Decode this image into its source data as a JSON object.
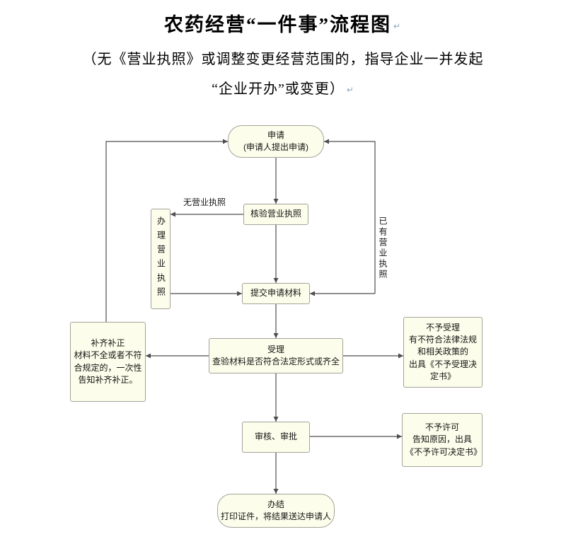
{
  "page": {
    "title": "农药经营“一件事”流程图",
    "subtitle_line1": "（无《营业执照》或调整变更经营范围的，指导企业一并发起",
    "subtitle_line2": "“企业开办”或变更）",
    "paragraph_mark": "↵"
  },
  "nodes": {
    "apply": {
      "title": "申请",
      "subtitle": "(申请人提出申请)"
    },
    "verify_license": {
      "label": "核验营业执照"
    },
    "handle_license": {
      "label": "办理营业执照"
    },
    "submit_materials": {
      "label": "提交申请材料"
    },
    "supplement": {
      "title": "补齐补正",
      "body": "材料不全或者不符合规定的，一次性告知补齐补正。"
    },
    "accept": {
      "title": "受理",
      "body": "查验材料是否符合法定形式或齐全"
    },
    "reject_accept": {
      "title": "不予受理",
      "line1": "有不符合法律法规和相关政策的",
      "line2": "出具《不予受理决定书》"
    },
    "review": {
      "label": "审核、审批"
    },
    "reject_permit": {
      "title": "不予许可",
      "body": "告知原因，出具《不予许可决定书》"
    },
    "complete": {
      "title": "办结",
      "body": "打印证件，将结果送达申请人"
    }
  },
  "edge_labels": {
    "no_license": "无营业执照",
    "has_license": "已有营业执照"
  },
  "colors": {
    "node_fill": "#fdfdeb",
    "node_border": "#a3a39b",
    "connector": "#4d4d4d"
  }
}
